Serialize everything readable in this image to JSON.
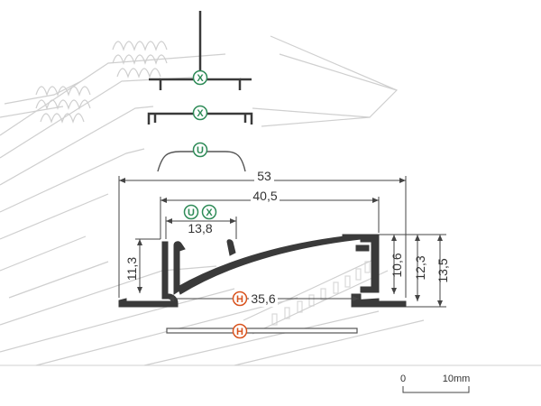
{
  "colors": {
    "profile": "#3a3a3a",
    "ghost": "#cfcfcf",
    "dimension_line": "#444444",
    "badge_x": "#2e8b57",
    "badge_u": "#2e8b57",
    "badge_h": "#d9531e"
  },
  "badges": {
    "x": "X",
    "u": "U",
    "h": "H"
  },
  "dimensions": {
    "overall_width": "53",
    "inner_width": "40,5",
    "channel_width": "13,8",
    "left_height": "11,3",
    "diffuser_width": "35,6",
    "right_height_1": "10,6",
    "right_height_2": "12,3",
    "right_height_3": "13,5"
  },
  "scale_bar": {
    "start_label": "0",
    "end_label": "10mm"
  }
}
